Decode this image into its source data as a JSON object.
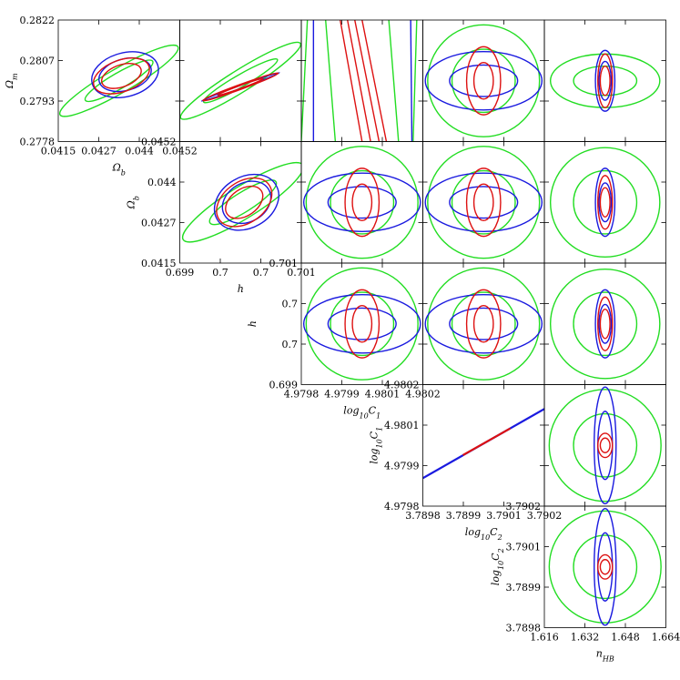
{
  "chart_data": {
    "type": "triangle-contour",
    "title": "",
    "series_colors": {
      "green": "#22dd22",
      "blue": "#1a1adf",
      "red": "#dd1111"
    },
    "panels": [
      {
        "id": "p-0-0",
        "xticks": [
          "0.0415",
          "0.0427",
          "0.044",
          "0.0452"
        ],
        "yticks": [
          "0.2822",
          "0.2807",
          "0.2793",
          "0.2778"
        ],
        "xlabel": "Ωb",
        "ylabel": "Ωm",
        "contours": [
          {
            "color": "green",
            "cx": 0.5,
            "cy": 0.5,
            "rx": 0.56,
            "ry": 0.1,
            "rot": -30
          },
          {
            "color": "green",
            "cx": 0.5,
            "cy": 0.5,
            "rx": 0.32,
            "ry": 0.065,
            "rot": -30
          },
          {
            "color": "blue",
            "cx": 0.55,
            "cy": 0.45,
            "rx": 0.28,
            "ry": 0.18,
            "rot": -15
          },
          {
            "color": "blue",
            "cx": 0.55,
            "cy": 0.45,
            "rx": 0.22,
            "ry": 0.13,
            "rot": -15
          },
          {
            "color": "red",
            "cx": 0.52,
            "cy": 0.46,
            "rx": 0.24,
            "ry": 0.13,
            "rot": -20
          },
          {
            "color": "red",
            "cx": 0.52,
            "cy": 0.46,
            "rx": 0.17,
            "ry": 0.09,
            "rot": -20
          }
        ]
      },
      {
        "id": "p-0-1",
        "contours": [
          {
            "color": "green",
            "cx": 0.5,
            "cy": 0.5,
            "rx": 0.58,
            "ry": 0.09,
            "rot": -32
          },
          {
            "color": "green",
            "cx": 0.5,
            "cy": 0.5,
            "rx": 0.35,
            "ry": 0.05,
            "rot": -30
          },
          {
            "color": "blue",
            "cx": 0.5,
            "cy": 0.55,
            "rx": 0.34,
            "ry": 0.012,
            "rot": -20
          },
          {
            "color": "red",
            "cx": 0.5,
            "cy": 0.55,
            "rx": 0.33,
            "ry": 0.02,
            "rot": -20
          },
          {
            "color": "red",
            "cx": 0.5,
            "cy": 0.55,
            "rx": 0.2,
            "ry": 0.012,
            "rot": -20
          }
        ]
      },
      {
        "id": "p-0-2",
        "lines": [
          {
            "color": "green",
            "x1": 0.05,
            "y1": 1.0,
            "x2": 0.0,
            "y2": 0.0
          },
          {
            "color": "green",
            "x1": 0.95,
            "y1": 1.0,
            "x2": 0.92,
            "y2": 0.0
          },
          {
            "color": "green",
            "x1": 0.2,
            "y1": 1.0,
            "x2": 0.28,
            "y2": 0.0
          },
          {
            "color": "green",
            "x1": 0.72,
            "y1": 1.0,
            "x2": 0.8,
            "y2": 0.0
          },
          {
            "color": "blue",
            "x1": 0.1,
            "y1": 1.0,
            "x2": 0.1,
            "y2": 0.0
          },
          {
            "color": "blue",
            "x1": 0.9,
            "y1": 1.0,
            "x2": 0.91,
            "y2": 0.0
          },
          {
            "color": "red",
            "x1": 0.32,
            "y1": 1.0,
            "x2": 0.5,
            "y2": 0.0
          },
          {
            "color": "red",
            "x1": 0.38,
            "y1": 1.0,
            "x2": 0.57,
            "y2": 0.0
          },
          {
            "color": "red",
            "x1": 0.44,
            "y1": 1.0,
            "x2": 0.64,
            "y2": 0.0
          },
          {
            "color": "red",
            "x1": 0.5,
            "y1": 1.0,
            "x2": 0.7,
            "y2": 0.0
          }
        ]
      },
      {
        "id": "p-0-3",
        "contours": [
          {
            "color": "green",
            "cx": 0.5,
            "cy": 0.5,
            "rx": 0.46,
            "ry": 0.46,
            "rot": 0
          },
          {
            "color": "green",
            "cx": 0.5,
            "cy": 0.5,
            "rx": 0.26,
            "ry": 0.26,
            "rot": 0
          },
          {
            "color": "blue",
            "cx": 0.5,
            "cy": 0.5,
            "rx": 0.48,
            "ry": 0.24,
            "rot": 0
          },
          {
            "color": "blue",
            "cx": 0.5,
            "cy": 0.5,
            "rx": 0.28,
            "ry": 0.13,
            "rot": 0
          },
          {
            "color": "red",
            "cx": 0.5,
            "cy": 0.5,
            "rx": 0.14,
            "ry": 0.28,
            "rot": 0
          },
          {
            "color": "red",
            "cx": 0.5,
            "cy": 0.5,
            "rx": 0.08,
            "ry": 0.15,
            "rot": 0
          }
        ]
      },
      {
        "id": "p-0-4",
        "contours": [
          {
            "color": "green",
            "cx": 0.5,
            "cy": 0.5,
            "rx": 0.45,
            "ry": 0.22,
            "rot": 0
          },
          {
            "color": "green",
            "cx": 0.5,
            "cy": 0.5,
            "rx": 0.26,
            "ry": 0.12,
            "rot": 0
          },
          {
            "color": "blue",
            "cx": 0.5,
            "cy": 0.5,
            "rx": 0.08,
            "ry": 0.25,
            "rot": 0
          },
          {
            "color": "blue",
            "cx": 0.5,
            "cy": 0.5,
            "rx": 0.05,
            "ry": 0.16,
            "rot": 0
          },
          {
            "color": "red",
            "cx": 0.5,
            "cy": 0.5,
            "rx": 0.06,
            "ry": 0.22,
            "rot": 0
          },
          {
            "color": "red",
            "cx": 0.5,
            "cy": 0.5,
            "rx": 0.04,
            "ry": 0.12,
            "rot": 0
          }
        ]
      },
      {
        "id": "p-1-1",
        "xticks": [
          "0.699",
          "0.7",
          "0.7",
          "0.701"
        ],
        "yticks": [
          "0.0452",
          "0.044",
          "0.0427",
          "0.0415"
        ],
        "xlabel": "h",
        "ylabel": "Ωb",
        "contours": [
          {
            "color": "green",
            "cx": 0.52,
            "cy": 0.5,
            "rx": 0.58,
            "ry": 0.13,
            "rot": -32
          },
          {
            "color": "green",
            "cx": 0.52,
            "cy": 0.5,
            "rx": 0.32,
            "ry": 0.08,
            "rot": -32
          },
          {
            "color": "blue",
            "cx": 0.55,
            "cy": 0.5,
            "rx": 0.28,
            "ry": 0.21,
            "rot": -30
          },
          {
            "color": "blue",
            "cx": 0.55,
            "cy": 0.5,
            "rx": 0.21,
            "ry": 0.16,
            "rot": -30
          },
          {
            "color": "red",
            "cx": 0.53,
            "cy": 0.5,
            "rx": 0.25,
            "ry": 0.17,
            "rot": -35
          },
          {
            "color": "red",
            "cx": 0.53,
            "cy": 0.5,
            "rx": 0.17,
            "ry": 0.11,
            "rot": -35
          }
        ]
      },
      {
        "id": "p-1-2",
        "contours": [
          {
            "color": "green",
            "cx": 0.5,
            "cy": 0.5,
            "rx": 0.46,
            "ry": 0.46,
            "rot": 0
          },
          {
            "color": "green",
            "cx": 0.5,
            "cy": 0.5,
            "rx": 0.26,
            "ry": 0.26,
            "rot": 0
          },
          {
            "color": "blue",
            "cx": 0.5,
            "cy": 0.5,
            "rx": 0.48,
            "ry": 0.24,
            "rot": 0
          },
          {
            "color": "blue",
            "cx": 0.5,
            "cy": 0.5,
            "rx": 0.28,
            "ry": 0.13,
            "rot": 0
          },
          {
            "color": "red",
            "cx": 0.5,
            "cy": 0.5,
            "rx": 0.14,
            "ry": 0.28,
            "rot": 0
          },
          {
            "color": "red",
            "cx": 0.5,
            "cy": 0.5,
            "rx": 0.08,
            "ry": 0.15,
            "rot": 0
          }
        ]
      },
      {
        "id": "p-1-3",
        "contours": [
          {
            "color": "green",
            "cx": 0.5,
            "cy": 0.5,
            "rx": 0.46,
            "ry": 0.46,
            "rot": 0
          },
          {
            "color": "green",
            "cx": 0.5,
            "cy": 0.5,
            "rx": 0.26,
            "ry": 0.26,
            "rot": 0
          },
          {
            "color": "blue",
            "cx": 0.5,
            "cy": 0.5,
            "rx": 0.48,
            "ry": 0.24,
            "rot": 0
          },
          {
            "color": "blue",
            "cx": 0.5,
            "cy": 0.5,
            "rx": 0.28,
            "ry": 0.13,
            "rot": 0
          },
          {
            "color": "red",
            "cx": 0.5,
            "cy": 0.5,
            "rx": 0.14,
            "ry": 0.28,
            "rot": 0
          },
          {
            "color": "red",
            "cx": 0.5,
            "cy": 0.5,
            "rx": 0.08,
            "ry": 0.15,
            "rot": 0
          }
        ]
      },
      {
        "id": "p-1-4",
        "contours": [
          {
            "color": "green",
            "cx": 0.5,
            "cy": 0.5,
            "rx": 0.45,
            "ry": 0.45,
            "rot": 0
          },
          {
            "color": "green",
            "cx": 0.5,
            "cy": 0.5,
            "rx": 0.26,
            "ry": 0.26,
            "rot": 0
          },
          {
            "color": "blue",
            "cx": 0.5,
            "cy": 0.5,
            "rx": 0.08,
            "ry": 0.28,
            "rot": 0
          },
          {
            "color": "blue",
            "cx": 0.5,
            "cy": 0.5,
            "rx": 0.05,
            "ry": 0.16,
            "rot": 0
          },
          {
            "color": "red",
            "cx": 0.5,
            "cy": 0.5,
            "rx": 0.06,
            "ry": 0.22,
            "rot": 0
          },
          {
            "color": "red",
            "cx": 0.5,
            "cy": 0.5,
            "rx": 0.04,
            "ry": 0.12,
            "rot": 0
          }
        ]
      },
      {
        "id": "p-2-2",
        "xticks": [
          "4.9798",
          "4.9799",
          "4.9801",
          "4.9802"
        ],
        "yticks": [
          "0.701",
          "0.7",
          "0.7",
          "0.699"
        ],
        "xlabel": "log10C1",
        "ylabel": "h",
        "contours": [
          {
            "color": "green",
            "cx": 0.5,
            "cy": 0.5,
            "rx": 0.46,
            "ry": 0.46,
            "rot": 0
          },
          {
            "color": "green",
            "cx": 0.5,
            "cy": 0.5,
            "rx": 0.26,
            "ry": 0.26,
            "rot": 0
          },
          {
            "color": "blue",
            "cx": 0.5,
            "cy": 0.5,
            "rx": 0.48,
            "ry": 0.24,
            "rot": 0
          },
          {
            "color": "blue",
            "cx": 0.5,
            "cy": 0.5,
            "rx": 0.28,
            "ry": 0.13,
            "rot": 0
          },
          {
            "color": "red",
            "cx": 0.5,
            "cy": 0.5,
            "rx": 0.14,
            "ry": 0.28,
            "rot": 0
          },
          {
            "color": "red",
            "cx": 0.5,
            "cy": 0.5,
            "rx": 0.08,
            "ry": 0.15,
            "rot": 0
          }
        ]
      },
      {
        "id": "p-2-3",
        "contours": [
          {
            "color": "green",
            "cx": 0.5,
            "cy": 0.5,
            "rx": 0.46,
            "ry": 0.46,
            "rot": 0
          },
          {
            "color": "green",
            "cx": 0.5,
            "cy": 0.5,
            "rx": 0.26,
            "ry": 0.26,
            "rot": 0
          },
          {
            "color": "blue",
            "cx": 0.5,
            "cy": 0.5,
            "rx": 0.48,
            "ry": 0.24,
            "rot": 0
          },
          {
            "color": "blue",
            "cx": 0.5,
            "cy": 0.5,
            "rx": 0.28,
            "ry": 0.13,
            "rot": 0
          },
          {
            "color": "red",
            "cx": 0.5,
            "cy": 0.5,
            "rx": 0.14,
            "ry": 0.28,
            "rot": 0
          },
          {
            "color": "red",
            "cx": 0.5,
            "cy": 0.5,
            "rx": 0.08,
            "ry": 0.15,
            "rot": 0
          }
        ]
      },
      {
        "id": "p-2-4",
        "contours": [
          {
            "color": "green",
            "cx": 0.5,
            "cy": 0.5,
            "rx": 0.45,
            "ry": 0.45,
            "rot": 0
          },
          {
            "color": "green",
            "cx": 0.5,
            "cy": 0.5,
            "rx": 0.26,
            "ry": 0.26,
            "rot": 0
          },
          {
            "color": "blue",
            "cx": 0.5,
            "cy": 0.5,
            "rx": 0.08,
            "ry": 0.28,
            "rot": 0
          },
          {
            "color": "blue",
            "cx": 0.5,
            "cy": 0.5,
            "rx": 0.05,
            "ry": 0.16,
            "rot": 0
          },
          {
            "color": "red",
            "cx": 0.5,
            "cy": 0.5,
            "rx": 0.06,
            "ry": 0.22,
            "rot": 0
          },
          {
            "color": "red",
            "cx": 0.5,
            "cy": 0.5,
            "rx": 0.04,
            "ry": 0.12,
            "rot": 0
          }
        ]
      },
      {
        "id": "p-3-3",
        "xticks": [
          "3.7898",
          "3.7899",
          "3.7901",
          "3.7902"
        ],
        "yticks": [
          "4.9802",
          "4.9801",
          "4.9799",
          "4.9798"
        ],
        "xlabel": "log10C2",
        "ylabel": "log10C1",
        "lines": [
          {
            "color": "blue",
            "x1": 0.0,
            "y1": 0.23,
            "x2": 1.0,
            "y2": 0.8
          },
          {
            "color": "red",
            "x1": 0.33,
            "y1": 0.42,
            "x2": 0.72,
            "y2": 0.64
          }
        ]
      },
      {
        "id": "p-3-4",
        "contours": [
          {
            "color": "green",
            "cx": 0.5,
            "cy": 0.5,
            "rx": 0.46,
            "ry": 0.46,
            "rot": 0
          },
          {
            "color": "green",
            "cx": 0.5,
            "cy": 0.5,
            "rx": 0.26,
            "ry": 0.26,
            "rot": 0
          },
          {
            "color": "blue",
            "cx": 0.5,
            "cy": 0.5,
            "rx": 0.09,
            "ry": 0.48,
            "rot": 0
          },
          {
            "color": "blue",
            "cx": 0.5,
            "cy": 0.5,
            "rx": 0.06,
            "ry": 0.28,
            "rot": 0
          },
          {
            "color": "red",
            "cx": 0.5,
            "cy": 0.5,
            "rx": 0.06,
            "ry": 0.1,
            "rot": 0
          },
          {
            "color": "red",
            "cx": 0.5,
            "cy": 0.5,
            "rx": 0.04,
            "ry": 0.06,
            "rot": 0
          }
        ]
      },
      {
        "id": "p-4-4",
        "xticks": [
          "1.616",
          "1.632",
          "1.648",
          "1.664"
        ],
        "yticks": [
          "3.7902",
          "3.7901",
          "3.7899",
          "3.7898"
        ],
        "xlabel": "nHB",
        "ylabel": "log10C2",
        "contours": [
          {
            "color": "green",
            "cx": 0.5,
            "cy": 0.5,
            "rx": 0.46,
            "ry": 0.46,
            "rot": 0
          },
          {
            "color": "green",
            "cx": 0.5,
            "cy": 0.5,
            "rx": 0.26,
            "ry": 0.26,
            "rot": 0
          },
          {
            "color": "blue",
            "cx": 0.5,
            "cy": 0.5,
            "rx": 0.09,
            "ry": 0.48,
            "rot": 0
          },
          {
            "color": "blue",
            "cx": 0.5,
            "cy": 0.5,
            "rx": 0.06,
            "ry": 0.28,
            "rot": 0
          },
          {
            "color": "red",
            "cx": 0.5,
            "cy": 0.5,
            "rx": 0.06,
            "ry": 0.1,
            "rot": 0
          },
          {
            "color": "red",
            "cx": 0.5,
            "cy": 0.5,
            "rx": 0.04,
            "ry": 0.06,
            "rot": 0
          }
        ]
      }
    ]
  }
}
